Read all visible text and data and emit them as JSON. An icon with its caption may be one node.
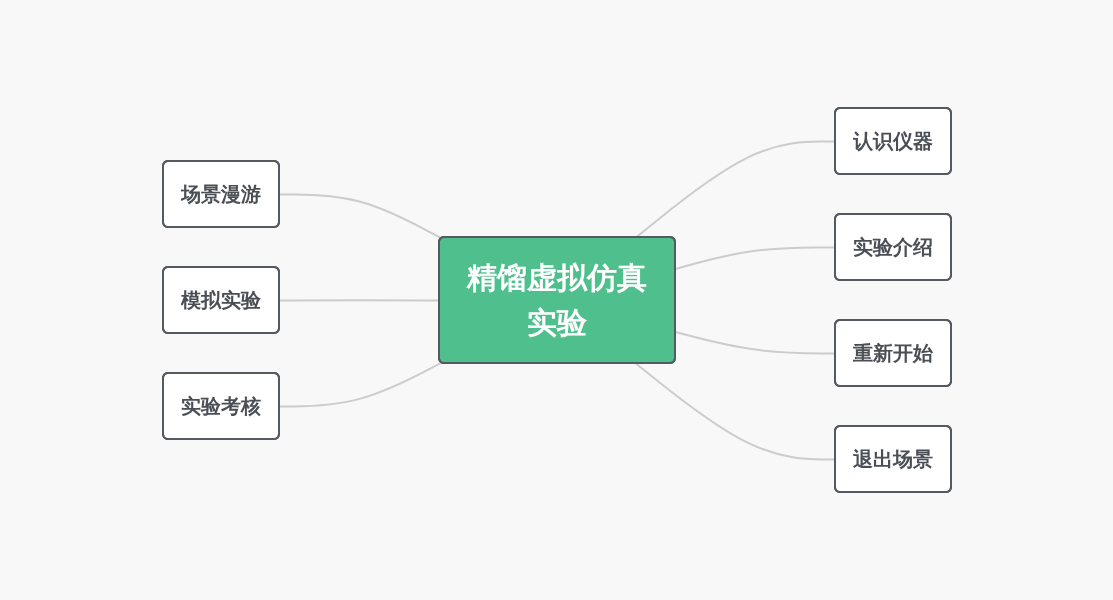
{
  "diagram": {
    "nodes": [
      {
        "text": [
          "精馏虚拟仿真实验"
        ]
      },
      {
        "text": [
          "场景漫游"
        ]
      },
      {
        "text": [
          "模拟实验"
        ]
      },
      {
        "text": [
          "实验考核"
        ]
      },
      {
        "text": [
          "认识仪器"
        ]
      },
      {
        "text": [
          "实验介绍"
        ]
      },
      {
        "text": [
          "重新开始"
        ]
      },
      {
        "text": [
          "退出场景"
        ]
      }
    ],
    "edges": [
      {
        "from": 1,
        "to": 0,
        "arrow": "none"
      },
      {
        "from": 2,
        "to": 0,
        "arrow": "none"
      },
      {
        "from": 3,
        "to": 0,
        "arrow": "none"
      },
      {
        "from": 0,
        "to": 4,
        "arrow": "none"
      },
      {
        "from": 0,
        "to": 5,
        "arrow": "none"
      },
      {
        "from": 0,
        "to": 6,
        "arrow": "none"
      },
      {
        "from": 0,
        "to": 7,
        "arrow": "none"
      }
    ]
  }
}
